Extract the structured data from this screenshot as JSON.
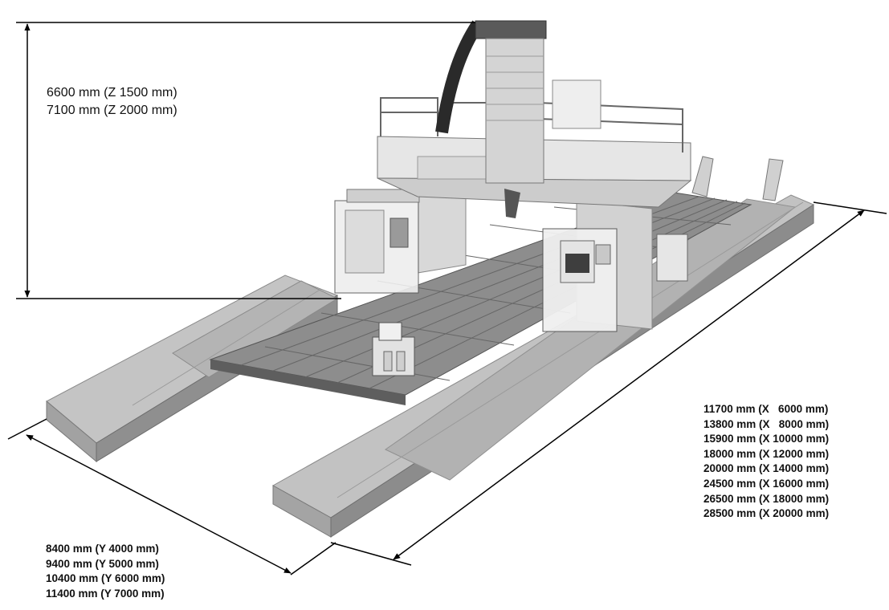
{
  "height_dimension": {
    "lines": [
      "6600 mm (Z 1500 mm)",
      "7100 mm (Z 2000 mm)"
    ]
  },
  "length_dimension": {
    "lines": [
      "11700 mm (X   6000 mm)",
      "13800 mm (X   8000 mm)",
      "15900 mm (X 10000 mm)",
      "18000 mm (X 12000 mm)",
      "20000 mm (X 14000 mm)",
      "24500 mm (X 16000 mm)",
      "26500 mm (X 18000 mm)",
      "28500 mm (X 20000 mm)"
    ]
  },
  "width_dimension": {
    "lines": [
      "8400 mm (Y 4000 mm)",
      "9400 mm (Y 5000 mm)",
      "10400 mm (Y 6000 mm)",
      "11400 mm (Y 7000 mm)"
    ]
  }
}
